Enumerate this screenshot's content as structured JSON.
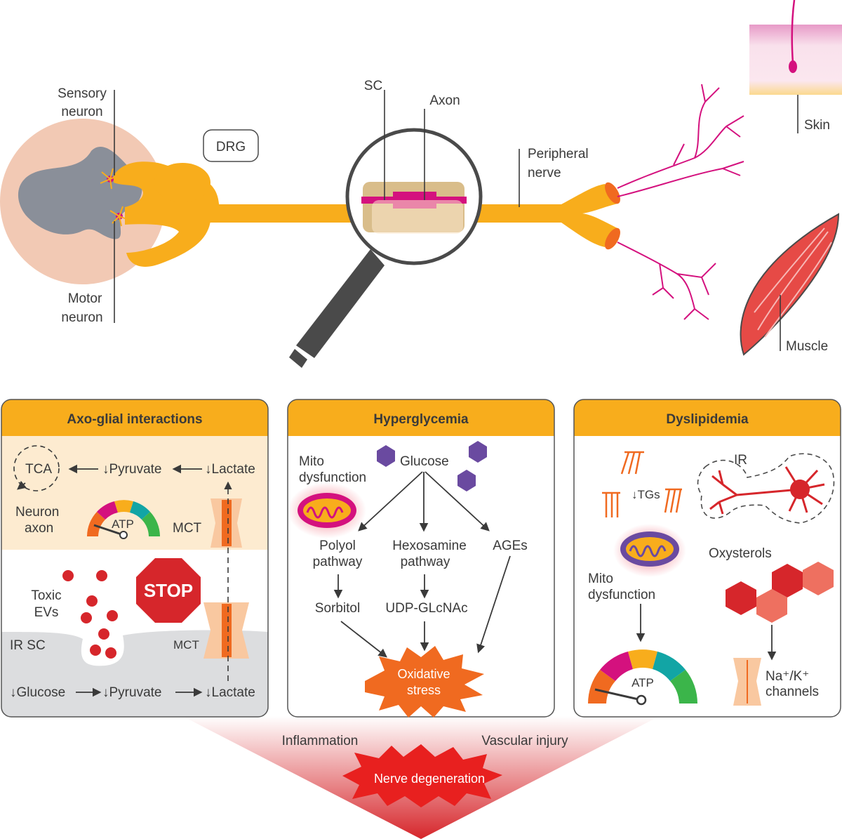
{
  "top": {
    "sensory_neuron": "Sensory neuron",
    "sensory_line1": "Sensory",
    "sensory_line2": "neuron",
    "motor_line1": "Motor",
    "motor_line2": "neuron",
    "drg": "DRG",
    "sc": "SC",
    "axon": "Axon",
    "peripheral_line1": "Peripheral",
    "peripheral_line2": "nerve",
    "skin": "Skin",
    "muscle": "Muscle"
  },
  "panels": {
    "axo_glial": {
      "title": "Axo-glial interactions",
      "tca": "TCA",
      "pyruvate_top": "↓Pyruvate",
      "lactate_top": "↓Lactate",
      "neuron_line1": "Neuron",
      "neuron_line2": "axon",
      "atp": "ATP",
      "mct_top": "MCT",
      "stop": "STOP",
      "toxic_line1": "Toxic",
      "toxic_line2": "EVs",
      "ir_sc": "IR SC",
      "mct_bottom": "MCT",
      "glucose": "↓Glucose",
      "pyruvate_bottom": "↓Pyruvate",
      "lactate_bottom": "↓Lactate"
    },
    "hyperglycemia": {
      "title": "Hyperglycemia",
      "mito_line1": "Mito",
      "mito_line2": "dysfunction",
      "glucose": "Glucose",
      "polyol_line1": "Polyol",
      "polyol_line2": "pathway",
      "hexosamine_line1": "Hexosamine",
      "hexosamine_line2": "pathway",
      "ages": "AGEs",
      "sorbitol": "Sorbitol",
      "udp": "UDP-GLcNAc",
      "oxidative_line1": "Oxidative",
      "oxidative_line2": "stress"
    },
    "dyslipidemia": {
      "title": "Dyslipidemia",
      "tgs": "↓TGs",
      "ir": "IR",
      "mito_line1": "Mito",
      "mito_line2": "dysfunction",
      "oxysterols": "Oxysterols",
      "atp": "ATP",
      "channels_line1": "Na⁺/K⁺",
      "channels_line2": "channels"
    }
  },
  "bottom": {
    "inflammation": "Inflammation",
    "vascular": "Vascular injury",
    "degeneration": "Nerve degeneration"
  },
  "colors": {
    "nerve": "#f8ad1c",
    "magenta": "#d4117e",
    "panel_header": "#f8ad1c",
    "panel_border": "#555555",
    "purple": "#6a4aa0",
    "red": "#d6262b",
    "orange": "#f06a20",
    "cord_outer": "#f2c9b4",
    "cord_inner": "#8a8f99"
  }
}
